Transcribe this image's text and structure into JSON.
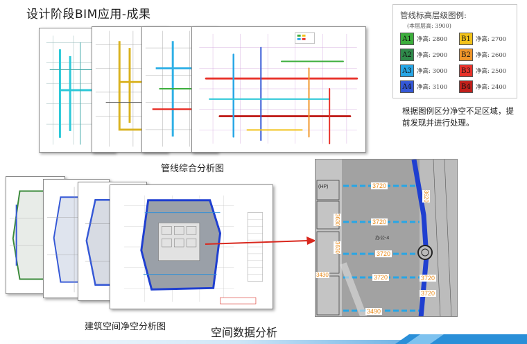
{
  "page": {
    "title": "设计阶段BIM应用-成果"
  },
  "captions": {
    "pipe": "管线综合分析图",
    "space": "建筑空间净空分析图",
    "spatial": "空间数据分析"
  },
  "legend": {
    "title": "管线标高层级图例:",
    "subtitle": "(本层层高: 3900)",
    "items": [
      {
        "code": "A1",
        "text": "净高: 2800",
        "color": "#3cae3c"
      },
      {
        "code": "B1",
        "text": "净高: 2700",
        "color": "#f2c21a"
      },
      {
        "code": "A2",
        "text": "净高: 2900",
        "color": "#2f8a4a"
      },
      {
        "code": "B2",
        "text": "净高: 2600",
        "color": "#f0962a"
      },
      {
        "code": "A3",
        "text": "净高: 3000",
        "color": "#27a6e6"
      },
      {
        "code": "B3",
        "text": "净高: 2500",
        "color": "#e8322a"
      },
      {
        "code": "A4",
        "text": "净高: 3100",
        "color": "#3558d6"
      },
      {
        "code": "B4",
        "text": "净高: 2400",
        "color": "#c0201c"
      }
    ]
  },
  "note": "根据图例区分净空不足区域，提前发现并进行处理。",
  "zoom": {
    "labels": [
      "3720",
      "3720",
      "3720",
      "3720",
      "3720",
      "3720",
      "3490",
      "3630",
      "3430",
      "3630",
      "3620"
    ],
    "room": "办公-4",
    "tag": "(HP)"
  },
  "colors": {
    "accent_blue": "#2a8fd8",
    "arrow_red": "#d9281e",
    "duct_blue": "#1f3fd0"
  }
}
